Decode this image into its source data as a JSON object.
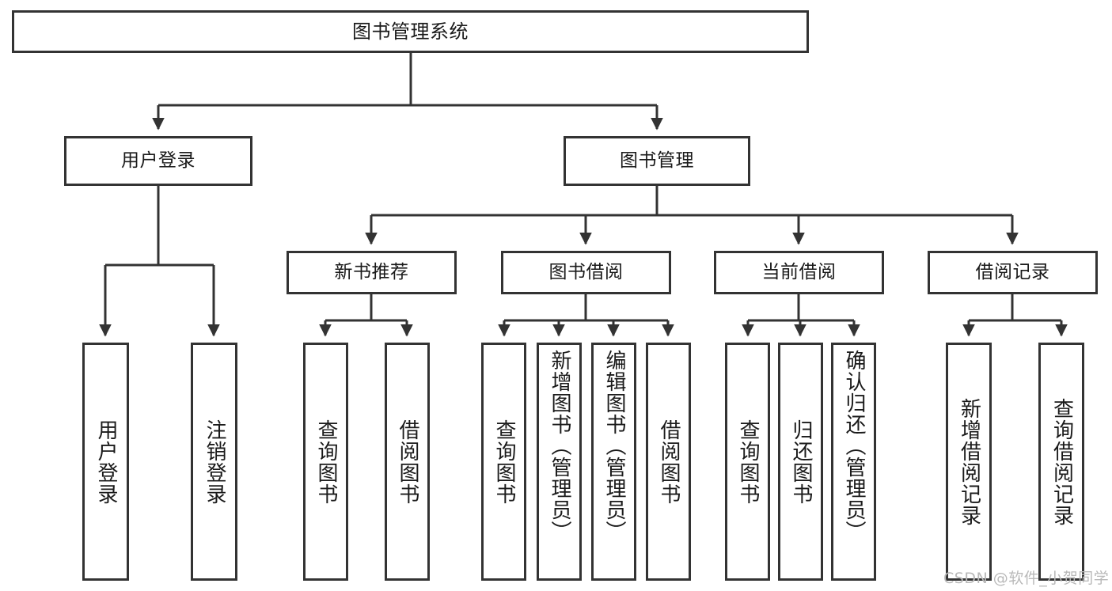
{
  "diagram": {
    "title": "图书管理系统",
    "type": "tree-hierarchy-chart",
    "colors": {
      "box_border": "#333333",
      "box_fill": "#ffffff",
      "edge": "#333333",
      "text": "#1a1a1a",
      "watermark": "#b9b9b9",
      "background": "#ffffff"
    }
  },
  "root": {
    "label": "图书管理系统"
  },
  "level2": [
    {
      "label": "用户登录"
    },
    {
      "label": "图书管理"
    }
  ],
  "level3": [
    {
      "label": "新书推荐"
    },
    {
      "label": "图书借阅"
    },
    {
      "label": "当前借阅"
    },
    {
      "label": "借阅记录"
    }
  ],
  "leaves": {
    "user_login": [
      {
        "label": "用户登录"
      },
      {
        "label": "注销登录"
      }
    ],
    "new_book_recommend": [
      {
        "label": "查询图书"
      },
      {
        "label": "借阅图书"
      }
    ],
    "book_borrow": [
      {
        "label": "查询图书"
      },
      {
        "label": "新增图书（管理员）"
      },
      {
        "label": "编辑图书（管理员）"
      },
      {
        "label": "借阅图书"
      }
    ],
    "current_borrow": [
      {
        "label": "查询图书"
      },
      {
        "label": "归还图书"
      },
      {
        "label": "确认归还（管理员）"
      }
    ],
    "borrow_record": [
      {
        "label": "新增借阅记录"
      },
      {
        "label": "查询借阅记录"
      }
    ]
  },
  "watermark": {
    "text": "CSDN @软件_小贺同学"
  }
}
